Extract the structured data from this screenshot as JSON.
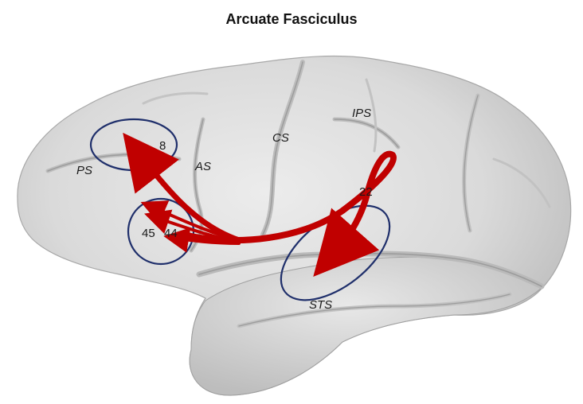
{
  "title": "Arcuate Fasciculus",
  "labels": {
    "ps": "PS",
    "as": "AS",
    "cs": "CS",
    "ips": "IPS",
    "sts": "STS",
    "area_8": "8",
    "area_45": "45",
    "area_44": "44",
    "area_22": "22"
  },
  "colors": {
    "tract": "#c00000",
    "region_outline": "#1f2f6b",
    "brain_fill": "#d9d9d9",
    "text": "#1a1a1a"
  }
}
